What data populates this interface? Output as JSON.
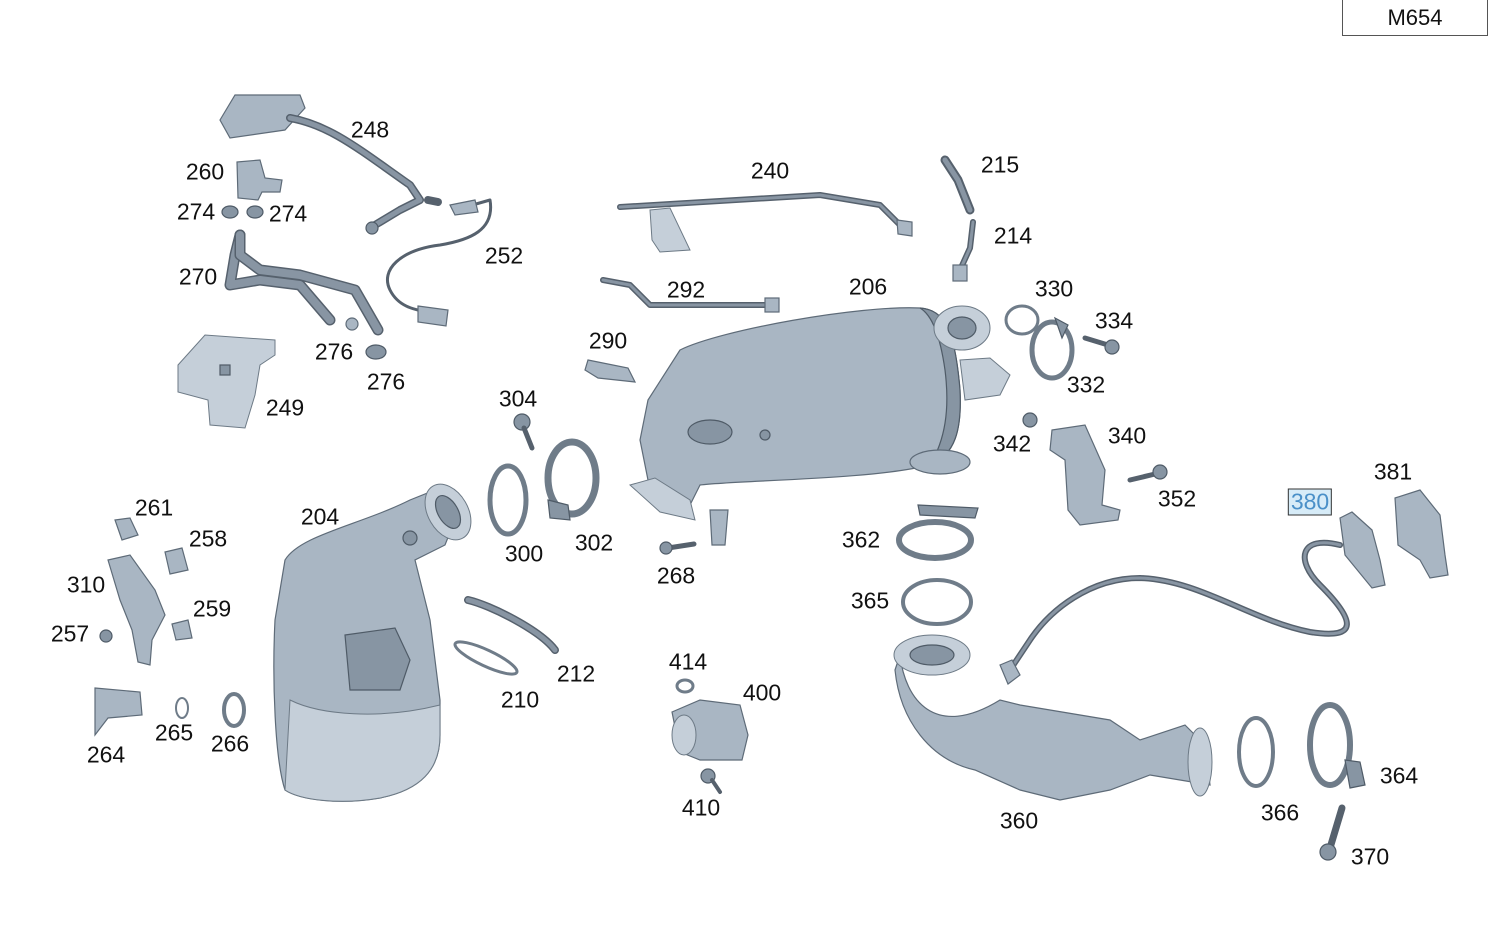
{
  "model_code": "M654",
  "highlight_color": "#d7ecf8",
  "parts": [
    {
      "id": "p248",
      "label": "248"
    },
    {
      "id": "p260",
      "label": "260"
    },
    {
      "id": "p274a",
      "label": "274"
    },
    {
      "id": "p274b",
      "label": "274"
    },
    {
      "id": "p252",
      "label": "252"
    },
    {
      "id": "p270",
      "label": "270"
    },
    {
      "id": "p276a",
      "label": "276"
    },
    {
      "id": "p276b",
      "label": "276"
    },
    {
      "id": "p249",
      "label": "249"
    },
    {
      "id": "p240",
      "label": "240"
    },
    {
      "id": "p215",
      "label": "215"
    },
    {
      "id": "p214",
      "label": "214"
    },
    {
      "id": "p292",
      "label": "292"
    },
    {
      "id": "p206",
      "label": "206"
    },
    {
      "id": "p330",
      "label": "330"
    },
    {
      "id": "p334",
      "label": "334"
    },
    {
      "id": "p332",
      "label": "332"
    },
    {
      "id": "p290",
      "label": "290"
    },
    {
      "id": "p304",
      "label": "304"
    },
    {
      "id": "p342",
      "label": "342"
    },
    {
      "id": "p340",
      "label": "340"
    },
    {
      "id": "p352",
      "label": "352"
    },
    {
      "id": "p381",
      "label": "381"
    },
    {
      "id": "p380",
      "label": "380",
      "highlighted": true
    },
    {
      "id": "p261",
      "label": "261"
    },
    {
      "id": "p204",
      "label": "204"
    },
    {
      "id": "p258",
      "label": "258"
    },
    {
      "id": "p300",
      "label": "300"
    },
    {
      "id": "p302",
      "label": "302"
    },
    {
      "id": "p362",
      "label": "362"
    },
    {
      "id": "p268",
      "label": "268"
    },
    {
      "id": "p310",
      "label": "310"
    },
    {
      "id": "p259",
      "label": "259"
    },
    {
      "id": "p365",
      "label": "365"
    },
    {
      "id": "p257",
      "label": "257"
    },
    {
      "id": "p212",
      "label": "212"
    },
    {
      "id": "p414",
      "label": "414"
    },
    {
      "id": "p400",
      "label": "400"
    },
    {
      "id": "p210",
      "label": "210"
    },
    {
      "id": "p265",
      "label": "265"
    },
    {
      "id": "p266",
      "label": "266"
    },
    {
      "id": "p264",
      "label": "264"
    },
    {
      "id": "p364",
      "label": "364"
    },
    {
      "id": "p410",
      "label": "410"
    },
    {
      "id": "p366",
      "label": "366"
    },
    {
      "id": "p360",
      "label": "360"
    },
    {
      "id": "p370",
      "label": "370"
    }
  ]
}
